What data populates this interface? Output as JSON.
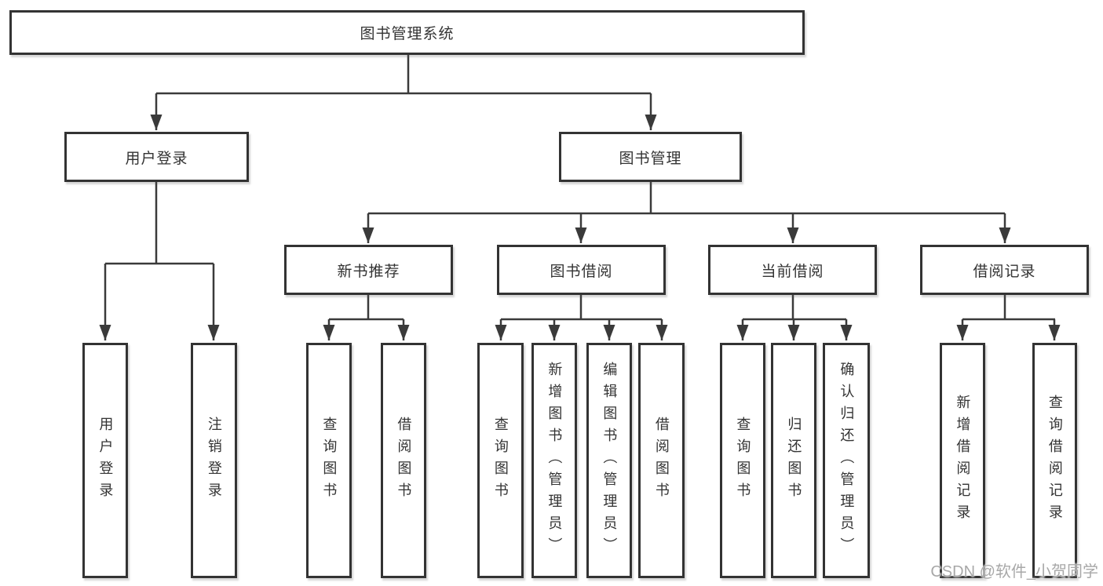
{
  "colors": {
    "line": "#3a3a3a",
    "box_border": "#333333",
    "text": "#333333",
    "watermark": "#a8a8a8",
    "background": "#ffffff"
  },
  "root": {
    "label": "图书管理系统"
  },
  "level2": [
    {
      "label": "用户登录"
    },
    {
      "label": "图书管理"
    }
  ],
  "level3": [
    {
      "label": "新书推荐"
    },
    {
      "label": "图书借阅"
    },
    {
      "label": "当前借阅"
    },
    {
      "label": "借阅记录"
    }
  ],
  "leaves": [
    {
      "label": "用户登录"
    },
    {
      "label": "注销登录"
    },
    {
      "label": "查询图书"
    },
    {
      "label": "借阅图书"
    },
    {
      "label": "查询图书"
    },
    {
      "label": "新增图书（管理员）"
    },
    {
      "label": "编辑图书（管理员）"
    },
    {
      "label": "借阅图书"
    },
    {
      "label": "查询图书"
    },
    {
      "label": "归还图书"
    },
    {
      "label": "确认归还（管理员）"
    },
    {
      "label": "新增借阅记录"
    },
    {
      "label": "查询借阅记录"
    }
  ],
  "watermark": "CSDN @软件_小贺同学"
}
